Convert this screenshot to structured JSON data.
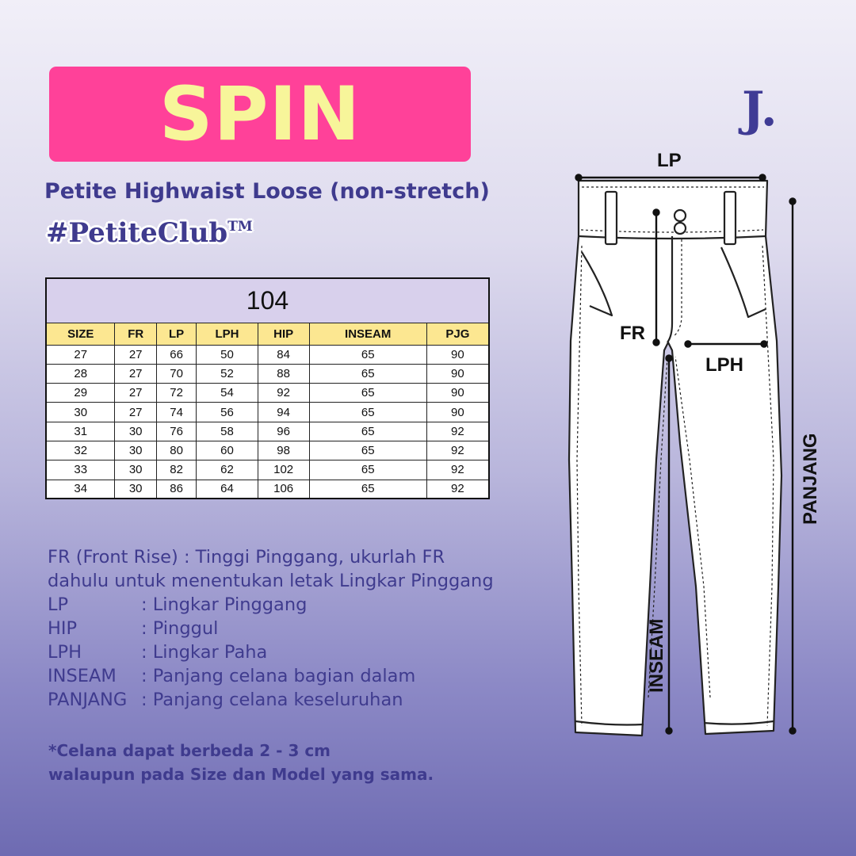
{
  "header": {
    "title": "SPIN",
    "brand": "J.",
    "subtitle": "Petite Highwaist Loose (non-stretch)",
    "hashtag": "#PetiteClub",
    "hashtag_mark": "TM"
  },
  "table": {
    "title": "104",
    "columns": [
      "SIZE",
      "FR",
      "LP",
      "LPH",
      "HIP",
      "INSEAM",
      "PJG"
    ],
    "rows": [
      [
        "27",
        "27",
        "66",
        "50",
        "84",
        "65",
        "90"
      ],
      [
        "28",
        "27",
        "70",
        "52",
        "88",
        "65",
        "90"
      ],
      [
        "29",
        "27",
        "72",
        "54",
        "92",
        "65",
        "90"
      ],
      [
        "30",
        "27",
        "74",
        "56",
        "94",
        "65",
        "90"
      ],
      [
        "31",
        "30",
        "76",
        "58",
        "96",
        "65",
        "92"
      ],
      [
        "32",
        "30",
        "80",
        "60",
        "98",
        "65",
        "92"
      ],
      [
        "33",
        "30",
        "82",
        "62",
        "102",
        "65",
        "92"
      ],
      [
        "34",
        "30",
        "86",
        "64",
        "106",
        "65",
        "92"
      ]
    ]
  },
  "legend": {
    "intro_line1": "FR (Front Rise) : Tinggi Pinggang, ukurlah FR",
    "intro_line2": "dahulu untuk menentukan letak Lingkar Pinggang",
    "items": [
      {
        "term": "LP",
        "def": ": Lingkar Pinggang"
      },
      {
        "term": "HIP",
        "def": ": Pinggul"
      },
      {
        "term": "LPH",
        "def": ": Lingkar Paha"
      },
      {
        "term": "INSEAM",
        "def": ": Panjang celana bagian dalam"
      },
      {
        "term": "PANJANG",
        "def": ": Panjang celana keseluruhan"
      }
    ]
  },
  "note": {
    "line1": "*Celana dapat berbeda 2 - 3 cm",
    "line2": "walaupun pada Size dan Model yang sama."
  },
  "diagram": {
    "label_lp": "LP",
    "label_fr": "FR",
    "label_lph": "LPH",
    "label_inseam": "INSEAM",
    "label_panjang": "PANJANG"
  },
  "colors": {
    "title_bg": "#ff4199",
    "title_text": "#f7f59a",
    "accent_text": "#3f3b8e",
    "table_header": "#d8d0ec",
    "table_columns": "#fce791"
  }
}
